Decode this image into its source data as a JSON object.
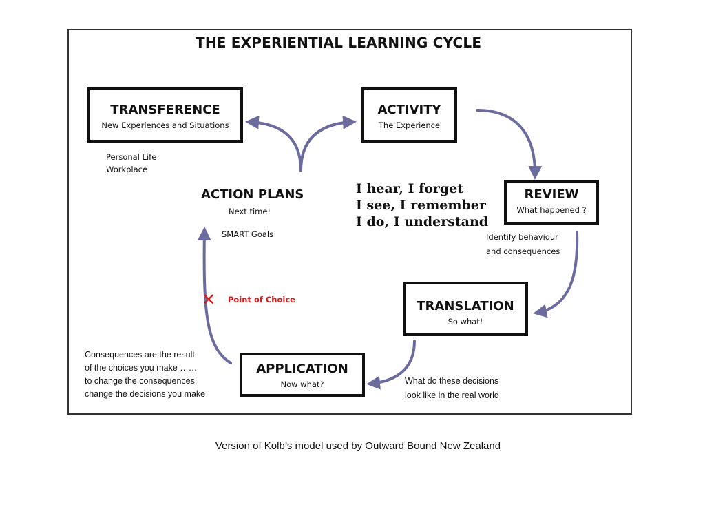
{
  "title": "THE EXPERIENTIAL LEARNING CYCLE",
  "stages": {
    "transference": {
      "name": "TRANSFERENCE",
      "sub": "New Experiences and Situations"
    },
    "activity": {
      "name": "ACTIVITY",
      "sub": "The Experience"
    },
    "review": {
      "name": "REVIEW",
      "sub": "What happened ?"
    },
    "translation": {
      "name": "TRANSLATION",
      "sub": "So what!"
    },
    "application": {
      "name": "APPLICATION",
      "sub": "Now what?"
    }
  },
  "action_plans": {
    "name": "ACTION PLANS",
    "sub": "Next time!",
    "goals": "SMART Goals"
  },
  "notes": {
    "transference": [
      "Personal Life",
      "Workplace"
    ],
    "review": [
      "Identify behaviour",
      "and consequences"
    ],
    "application": [
      "What do these decisions",
      "look like in the real world"
    ],
    "consequences": [
      "Consequences are the result",
      "of  the choices you make ……",
      "to change the consequences,",
      "change the decisions you make"
    ]
  },
  "quote": [
    "I hear, I forget",
    "I see, I remember",
    "I do, I understand"
  ],
  "point_of_choice": {
    "mark": "✕",
    "label": "Point of Choice"
  },
  "caption": "Version of Kolb’s model  used by Outward Bound New Zealand",
  "colors": {
    "arrow": "#6b6b9e",
    "choice": "#e01818",
    "border": "#111111"
  }
}
